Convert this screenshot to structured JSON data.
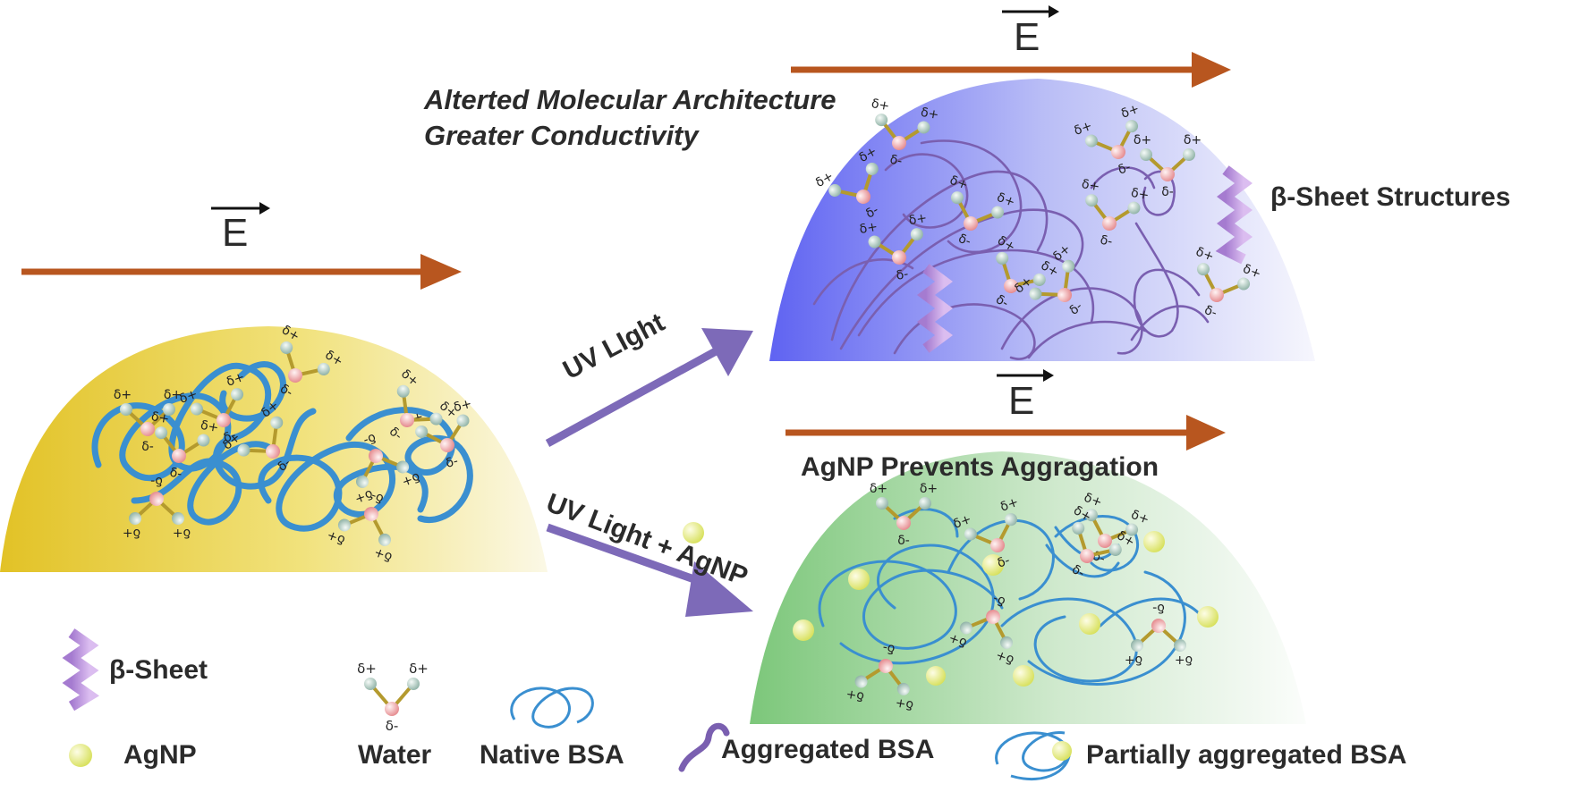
{
  "field_symbol": "E",
  "headings": {
    "top_line1": "Alterted Molecular Architecture",
    "top_line2": "Greater Conductivity",
    "bottom": "AgNP Prevents Aggragation",
    "right": "β-Sheet Structures"
  },
  "arrows": {
    "uv": "UV LIght",
    "uv_agnp": "UV Light + AgNP"
  },
  "legend": {
    "beta_sheet": "β-Sheet",
    "agnp": "AgNP",
    "water": "Water",
    "native_bsa": "Native BSA",
    "aggregated_bsa": "Aggregated BSA",
    "partially_aggregated_bsa": "Partially aggregated BSA"
  },
  "charges": {
    "plus": "δ+",
    "minus": "δ-"
  },
  "colors": {
    "field_arrow": "#b8561f",
    "process_arrow": "#7d6ab8",
    "native_bsa": "#3a8fd0",
    "aggregated_bsa": "#7a5fb0",
    "beta_sheet": "#b48ad6",
    "agnp": "#e5ec7a",
    "yellow_dome": "#e6c52a",
    "blue_dome": "#6b6ef0",
    "green_dome": "#7fc77f"
  }
}
